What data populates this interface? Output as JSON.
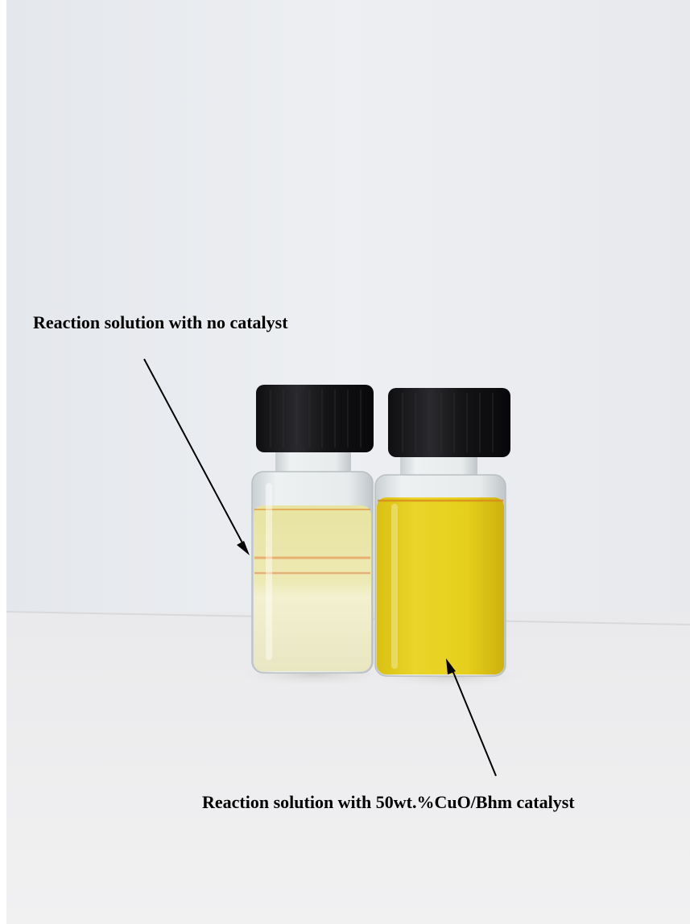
{
  "annotations": {
    "top_label": "Reaction solution with no catalyst",
    "bottom_label": "Reaction solution with 50wt.%CuO/Bhm catalyst"
  },
  "colors": {
    "wall": "#eceef1",
    "table": "#ececee",
    "cap": "#141416",
    "glass": "#dfe4e6",
    "liquid_no_catalyst": "#ece9a6",
    "liquid_with_catalyst": "#e6cf1c",
    "arrow": "#000000",
    "label_text": "#000000"
  },
  "objects": {
    "left_vial": "vial-no-catalyst",
    "right_vial": "vial-with-catalyst"
  }
}
